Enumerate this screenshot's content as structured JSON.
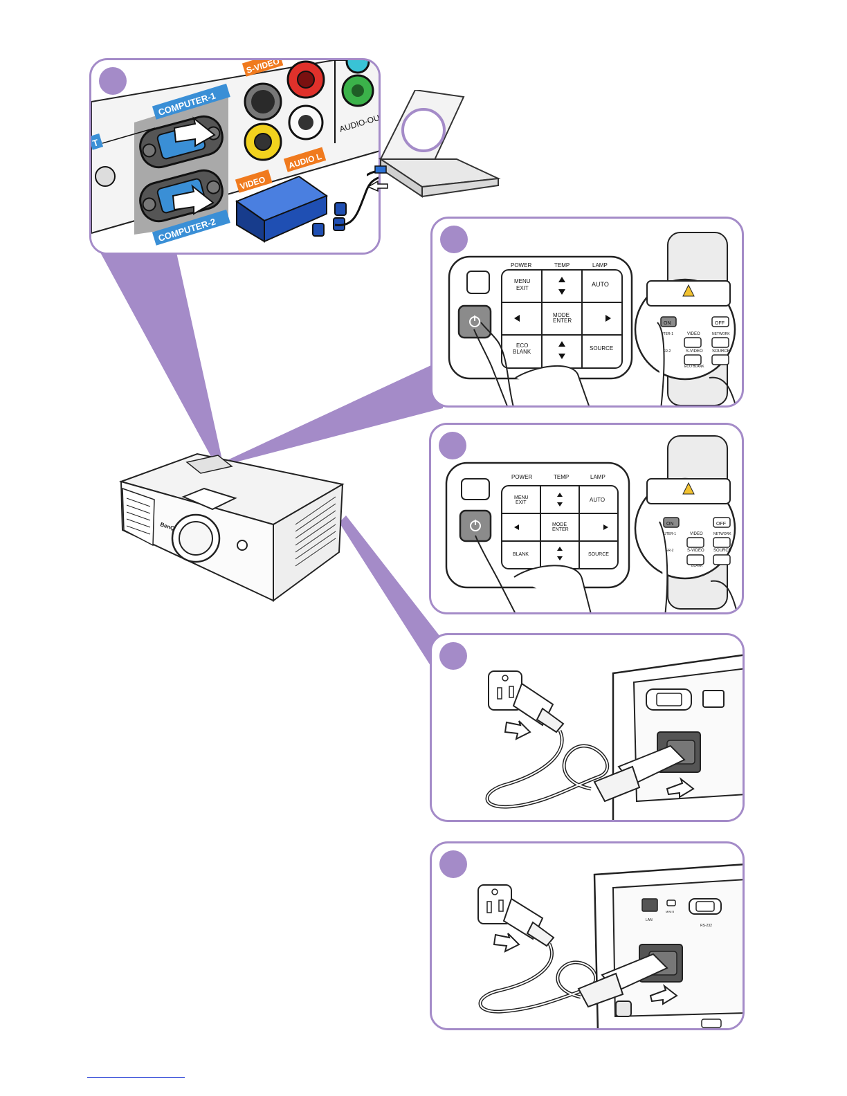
{
  "connectors": {
    "computer_1": "COMPUTER-1",
    "computer_2": "COMPUTER-2",
    "s_video": "S-VIDEO",
    "video": "VIDEO",
    "audio_l": "AUDIO L",
    "audio_out": "AUDIO-OU",
    "partial_label": "T"
  },
  "keypad_a": {
    "power": "POWER",
    "temp": "TEMP",
    "lamp": "LAMP",
    "menu": "MENU",
    "exit": "EXIT",
    "auto": "AUTO",
    "mode": "MODE",
    "enter": "ENTER",
    "eco": "ECO",
    "blank": "BLANK",
    "source": "SOURCE"
  },
  "remote_a": {
    "on": "ON",
    "off": "OFF",
    "video": "VIDEO",
    "network": "NETWORK",
    "s_video": "S-VIDEO",
    "source": "SOURCE",
    "eco_blank": "ECO BLANK",
    "computer_1_partial": "UTER-1",
    "computer_2_partial": "TER-2"
  },
  "keypad_b": {
    "power": "POWER",
    "temp": "TEMP",
    "lamp": "LAMP",
    "menu": "MENU",
    "exit": "EXIT",
    "auto": "AUTO",
    "mode": "MODE",
    "enter": "ENTER",
    "blank": "BLANK",
    "source": "SOURCE"
  },
  "remote_b": {
    "on": "ON",
    "off": "OFF",
    "video": "VIDEO",
    "network": "NETWORK",
    "s_video": "S-VIDEO",
    "source": "SOURCE",
    "blank": "BLANK",
    "computer_1_partial": "UTER-1",
    "computer_2_partial": "TER-2"
  },
  "rear_panel": {
    "lan": "LAN",
    "mini_b": "MINI B",
    "rs232": "RS-232"
  },
  "projector": {
    "brand": "BenQ"
  },
  "colors": {
    "accent_purple": "#a48bc8",
    "connector_blue": "#3a8fd6",
    "connector_orange": "#f07a1e",
    "adapter_blue": "#1f4fb3"
  }
}
